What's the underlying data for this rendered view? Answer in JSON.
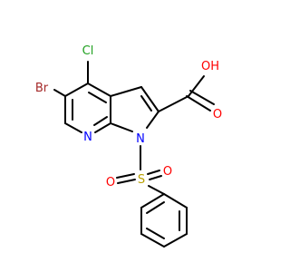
{
  "structure": {
    "atoms": {
      "chlorine": "Cl",
      "bromine": "Br",
      "ring_nitrogen": "N",
      "pyrrole_nitrogen": "N",
      "hydroxyl": "OH",
      "carbonyl_oxygen": "O",
      "sulfur": "S",
      "sulfonyl_oxygen_left": "O",
      "sulfonyl_oxygen_right": "O"
    },
    "colors": {
      "bond": "#000000",
      "chlorine": "#1fa01f",
      "bromine": "#a52a2a",
      "nitrogen": "#0000ff",
      "oxygen": "#ff0000",
      "sulfur": "#b8a000"
    }
  }
}
